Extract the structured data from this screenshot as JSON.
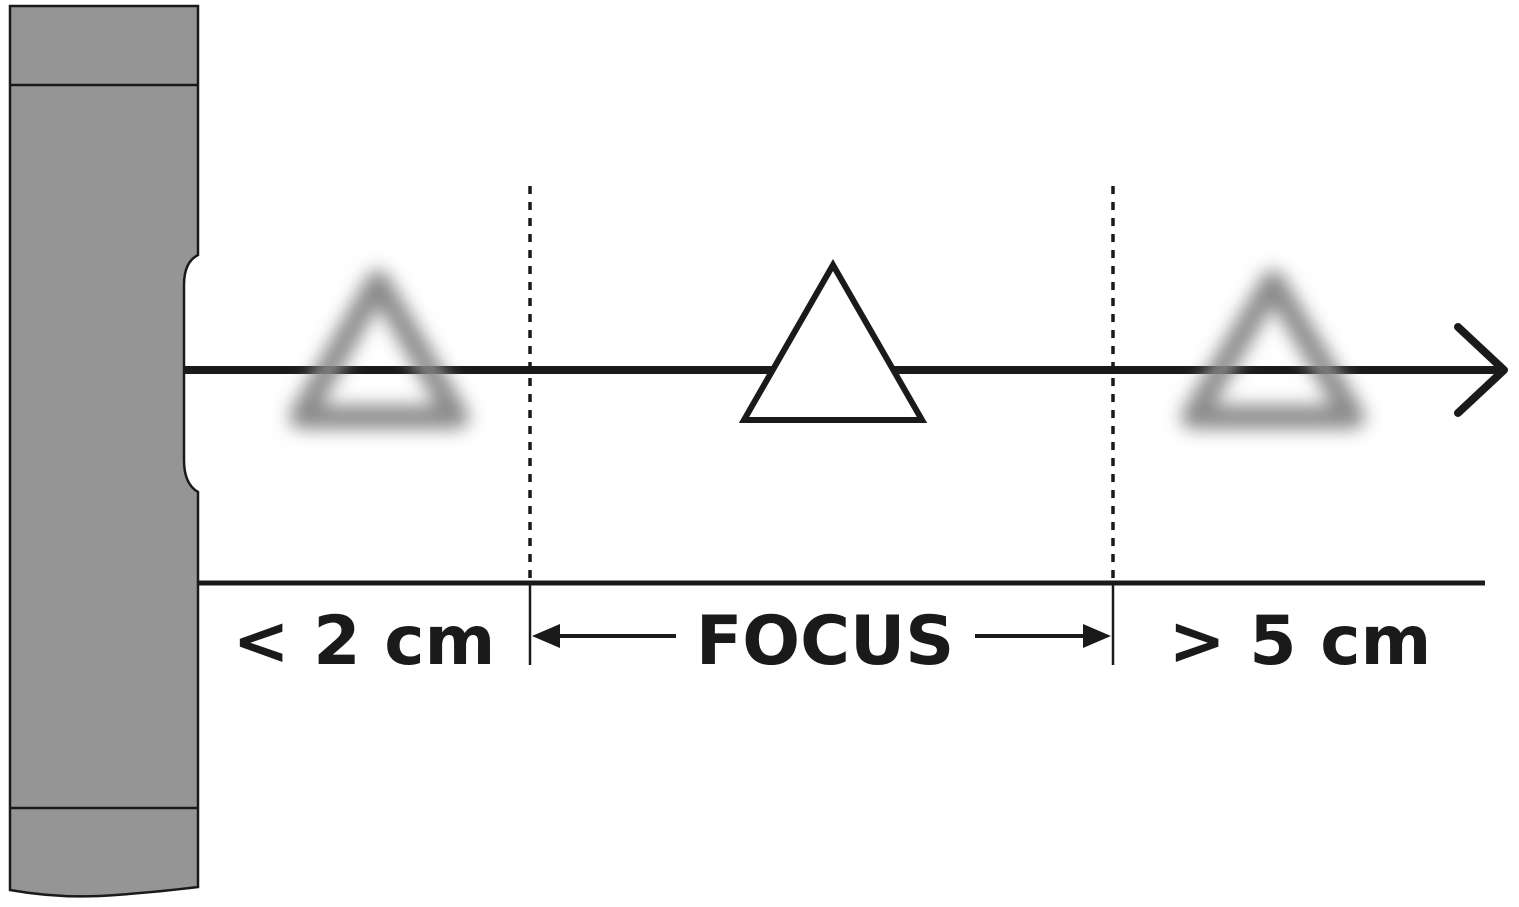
{
  "labels": {
    "near": "< 2 cm",
    "focus": "FOCUS",
    "far": "> 5 cm"
  },
  "colors": {
    "ink": "#1a1a1a",
    "device_fill": "#959595",
    "background": "#ffffff",
    "blur_gray": "#8a8a8a"
  },
  "objects": [
    {
      "name": "near-object",
      "state": "blurred"
    },
    {
      "name": "focus-object",
      "state": "sharp"
    },
    {
      "name": "far-object",
      "state": "blurred"
    }
  ]
}
